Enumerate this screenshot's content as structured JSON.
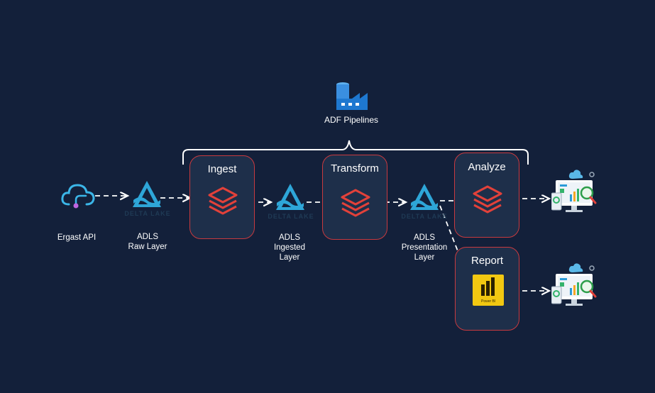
{
  "header": {
    "adf_label": "ADF Pipelines"
  },
  "source": {
    "label": "Ergast API"
  },
  "storage": [
    {
      "lines": [
        "ADLS",
        "Raw Layer"
      ]
    },
    {
      "lines": [
        "ADLS",
        "Ingested",
        "Layer"
      ]
    },
    {
      "lines": [
        "ADLS",
        "Presentation",
        "Layer"
      ]
    }
  ],
  "delta_lake_word": "DELTA LAKE",
  "stages": {
    "ingest": "Ingest",
    "transform": "Transform",
    "analyze": "Analyze",
    "report": "Report"
  },
  "powerbi_caption": "Power BI",
  "colors": {
    "background": "#13203a",
    "box_border": "#c83a3f",
    "box_fill": "#1e2f4a",
    "databricks_red": "#e2413a",
    "delta_blue": "#2ea6d8",
    "powerbi_yellow": "#f2c811",
    "adf_blue": "#1e78d0"
  },
  "icons": [
    "cloud-api-icon",
    "delta-lake-icon",
    "databricks-icon",
    "adf-factory-icon",
    "powerbi-icon",
    "dashboard-icon"
  ]
}
